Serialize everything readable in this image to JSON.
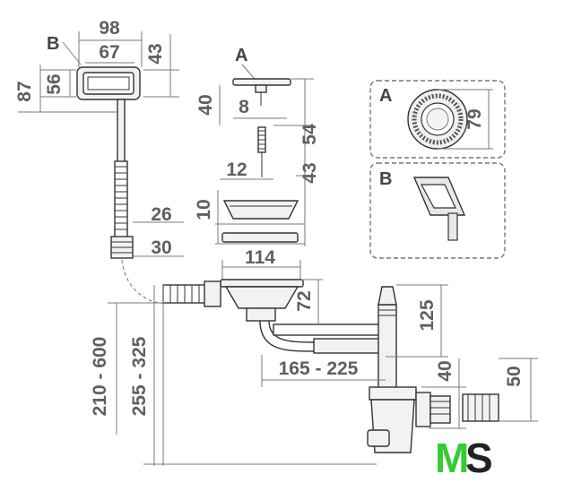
{
  "labels": {
    "A": "A",
    "B": "B"
  },
  "dimensions": {
    "d98": "98",
    "d67": "67",
    "d43top": "43",
    "d56": "56",
    "d87": "87",
    "d40": "40",
    "d8": "8",
    "d54": "54",
    "d12": "12",
    "d43": "43",
    "d10": "10",
    "d26": "26",
    "d30": "30",
    "d114": "114",
    "d72": "72",
    "d125": "125",
    "d165_225": "165 - 225",
    "d40b": "40",
    "d50": "50",
    "d210_600": "210 - 600",
    "d255_325": "255 - 325",
    "d79": "79"
  },
  "logo": {
    "m": "M",
    "s": "S",
    "m_color": "#33cc33",
    "s_color": "#222222"
  },
  "colors": {
    "dimension_text": "#5f5f5f",
    "outline": "#333333"
  }
}
